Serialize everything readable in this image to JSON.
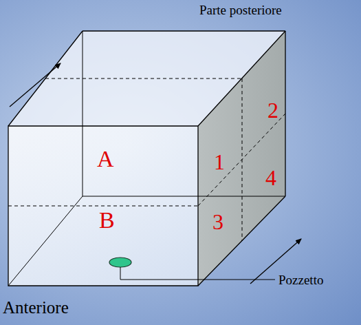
{
  "diagram": {
    "labels": [
      "Parte posteriore",
      "2",
      "A",
      "1",
      "4",
      "B",
      "3",
      "Pozzetto",
      "Anteriore"
    ]
  }
}
